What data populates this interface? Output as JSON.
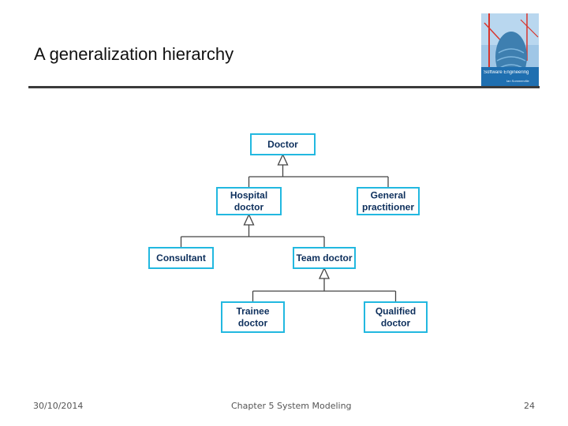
{
  "slide": {
    "title": "A generalization hierarchy",
    "colors": {
      "box_border": "#22b8e0",
      "text": "#0d2f5c",
      "line": "#444444",
      "rule": "#3a3a3a"
    }
  },
  "book_cover": {
    "title": "Software Engineering",
    "subtitle": "Ian Sommerville",
    "icon": "book-cover-image"
  },
  "diagram": {
    "nodes": [
      {
        "id": "doctor",
        "lines": [
          "Doctor"
        ]
      },
      {
        "id": "hospital-doctor",
        "lines": [
          "Hospital",
          "doctor"
        ]
      },
      {
        "id": "general-practitioner",
        "lines": [
          "General",
          "practitioner"
        ]
      },
      {
        "id": "consultant",
        "lines": [
          "Consultant"
        ]
      },
      {
        "id": "team-doctor",
        "lines": [
          "Team doctor"
        ]
      },
      {
        "id": "trainee-doctor",
        "lines": [
          "Trainee",
          "doctor"
        ]
      },
      {
        "id": "qualified-doctor",
        "lines": [
          "Qualified",
          "doctor"
        ]
      }
    ],
    "generalizations": [
      {
        "parent": "doctor",
        "children": [
          "hospital-doctor",
          "general-practitioner"
        ]
      },
      {
        "parent": "hospital-doctor",
        "children": [
          "consultant",
          "team-doctor"
        ]
      },
      {
        "parent": "team-doctor",
        "children": [
          "trainee-doctor",
          "qualified-doctor"
        ]
      }
    ]
  },
  "footer": {
    "date": "30/10/2014",
    "chapter": "Chapter 5 System Modeling",
    "page": "24"
  }
}
